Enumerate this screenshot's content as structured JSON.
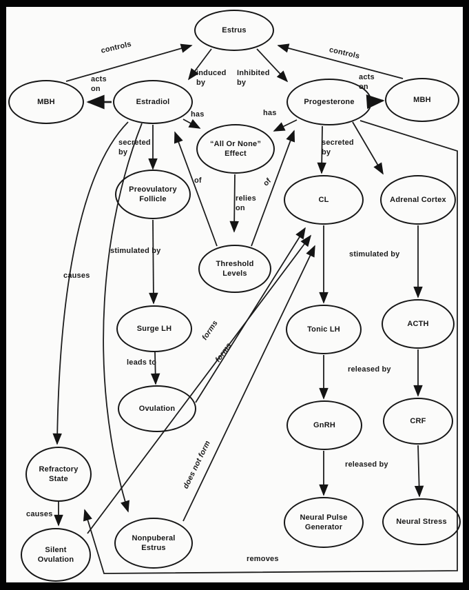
{
  "nodes": {
    "estrus": "Estrus",
    "mbh_left": "MBH",
    "estradiol": "Estradiol",
    "progesterone": "Progesterone",
    "mbh_right": "MBH",
    "all_or_none": "“All Or None” Effect",
    "preovulatory_follicle": "Preovulatory Follicle",
    "cl": "CL",
    "adrenal_cortex": "Adrenal Cortex",
    "threshold_levels": "Threshold Levels",
    "surge_lh": "Surge LH",
    "ovulation": "Ovulation",
    "tonic_lh": "Tonic LH",
    "acth": "ACTH",
    "gnrh": "GnRH",
    "crf": "CRF",
    "neural_pulse_generator": "Neural Pulse Generator",
    "neural_stress": "Neural Stress",
    "refractory_state": "Refractory State",
    "silent_ovulation": "Silent Ovulation",
    "nonpuberal_estrus": "Nonpuberal Estrus"
  },
  "edge_labels": {
    "controls_left": "controls",
    "controls_right": "controls",
    "induced_by": "induced by",
    "inhibited_by": "Inhibited by",
    "acts_on_left": "acts on",
    "acts_on_right": "acts on",
    "has_left": "has",
    "has_right": "has",
    "secreted_by_left": "secreted by",
    "secreted_by_right": "secreted by",
    "of_left": "of",
    "of_right": "of",
    "relies_on": "relies on",
    "stimulated_by_left": "stimulated by",
    "stimulated_by_right": "stimulated by",
    "leads_to": "leads to",
    "forms_a": "forms",
    "forms_b": "forms",
    "does_not_form": "does not form",
    "released_by_upper": "released by",
    "released_by_lower": "released by",
    "causes_upper": "causes",
    "causes_lower": "causes",
    "removes": "removes"
  },
  "colors": {
    "ink": "#1a1a1a",
    "paper": "#fbfbfa",
    "frame": "#030303"
  }
}
